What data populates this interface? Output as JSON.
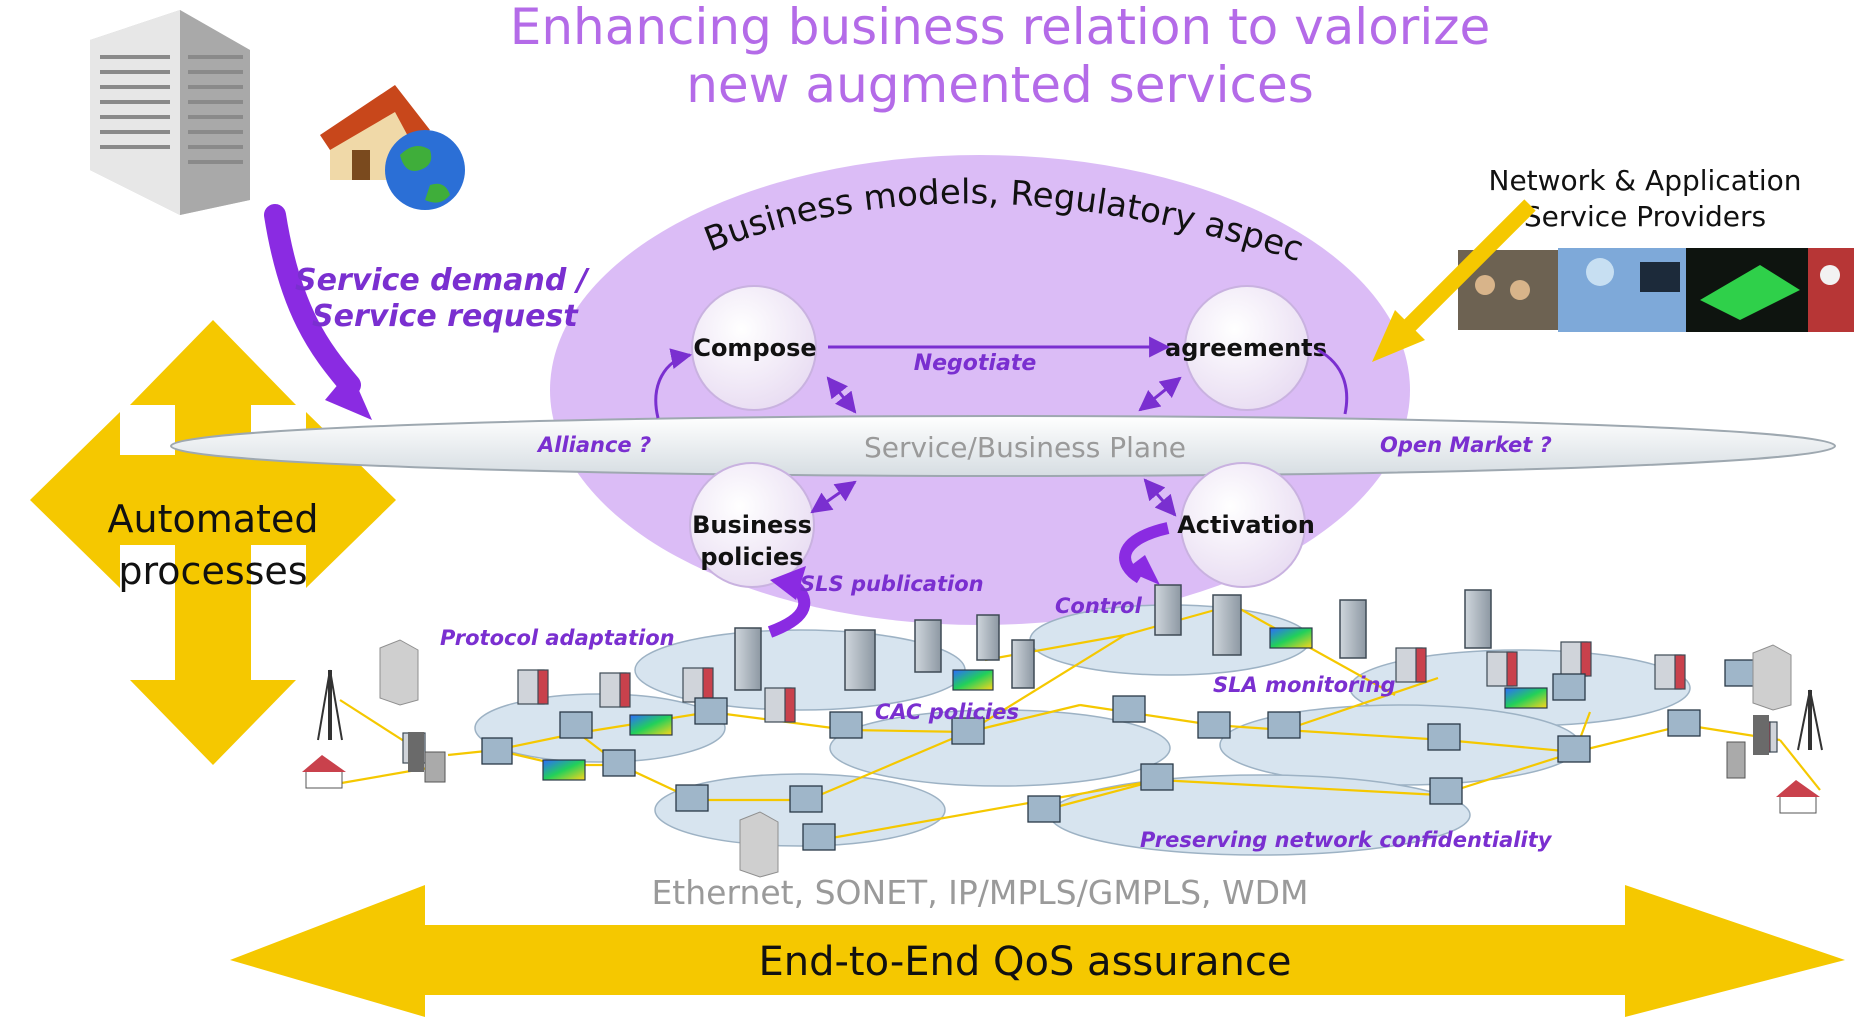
{
  "title": {
    "line1": "Enhancing business relation to valorize",
    "line2": "new augmented services"
  },
  "ellipse_label": "Business models, Regulatory aspects",
  "nodes": {
    "compose": "Compose",
    "agreements": "agreements",
    "business_policies_line1": "Business",
    "business_policies_line2": "policies",
    "activation": "Activation"
  },
  "edges": {
    "negotiate": "Negotiate",
    "alliance": "Alliance ?",
    "open_market": "Open Market ?",
    "sls_publication": "SLS  publication",
    "control": "Control"
  },
  "plane_label": "Service/Business Plane",
  "service_demand": {
    "line1": "Service demand /",
    "line2": "Service request"
  },
  "providers": {
    "line1": "Network & Application",
    "line2": "Service Providers"
  },
  "network_labels": {
    "protocol_adaptation": "Protocol adaptation",
    "cac_policies": "CAC policies",
    "sla_monitoring": "SLA monitoring",
    "confidentiality": "Preserving network confidentiality"
  },
  "technologies": "Ethernet, SONET, IP/MPLS/GMPLS, WDM",
  "automated": {
    "line1": "Automated",
    "line2": "processes"
  },
  "qos": "End-to-End QoS assurance",
  "colors": {
    "purple_text": "#7a2fd0",
    "title": "#b46be8",
    "ellipse": "#d9b8f5",
    "arrow_yellow": "#f5c800",
    "arrow_purple": "#8a2be2",
    "gray_text": "#9a9a9a"
  }
}
